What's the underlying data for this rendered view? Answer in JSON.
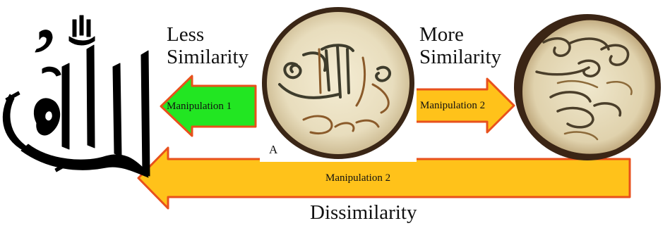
{
  "labels": {
    "less_line1": "Less",
    "less_line2": "Similarity",
    "more_line1": "More",
    "more_line2": "Similarity",
    "dissimilarity": "Dissimilarity",
    "plate_a_marker": "A"
  },
  "arrows": {
    "left_short": "Manipulation 1",
    "right_short": "Manipulation 2",
    "long_bottom": "Manipulation 2"
  },
  "calligraphy": "الله",
  "colors": {
    "arrow_green": "#22e622",
    "arrow_yellow": "#ffc21a",
    "arrow_outline": "#e8501c",
    "plate_glaze": "#ece3c6",
    "plate_rim": "#3a2616",
    "brush_dark": "#3e3c2c",
    "brush_brown": "#8a5a2a",
    "ink": "#000000"
  }
}
